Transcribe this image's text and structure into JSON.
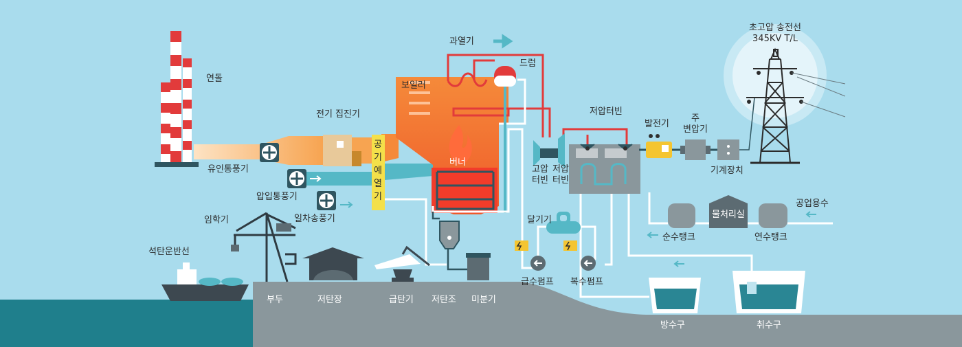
{
  "labels": {
    "chimney": "연돌",
    "esp": "전기 집진기",
    "id_fan": "유인통풍기",
    "fd_fan": "압입통풍기",
    "pa_fan": "일차송풍기",
    "air_preheater": "공기예열기",
    "boiler": "보일러",
    "superheater": "과열기",
    "drum": "드럼",
    "burner": "버너",
    "hp_turbine": "고압\n터빈",
    "lp_turbine_small": "저압\n터빈",
    "lp_turbine": "저압터빈",
    "generator": "발전기",
    "main_transformer": "주\n변압기",
    "switchgear": "기계장치",
    "transmission_line": "초고압 송전선\n345KV T/L",
    "industrial_water": "공업용수",
    "water_treatment": "물처리실",
    "pure_tank": "순수탱크",
    "soft_tank": "연수탱크",
    "deaerator": "달기기",
    "feed_pump": "급수펌프",
    "cond_pump": "복수펌프",
    "outfall": "방수구",
    "intake": "취수구",
    "unloader": "임학기",
    "coal_ship": "석탄운반선",
    "pier": "부두",
    "coal_yard": "저탄장",
    "coal_feeder": "급탄기",
    "bunker": "저탄조",
    "mill": "미분기"
  },
  "colors": {
    "sky": "#a9dced",
    "sea": "#1f7f8c",
    "ground": "#8a979c",
    "steam_red": "#e23b3b",
    "water_blue": "#55b8c6",
    "pipe_white": "#ffffff",
    "boiler_orange": "#f7822e",
    "fire_red": "#ef3b24",
    "yellow": "#f4c531",
    "dark": "#3d4850"
  }
}
